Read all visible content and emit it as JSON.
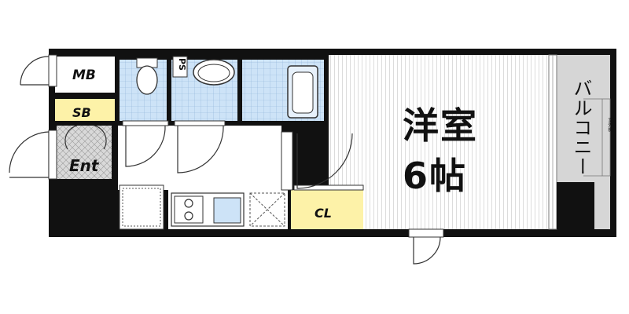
{
  "labels": {
    "meter_box": "MB",
    "shoe_box": "SB",
    "entrance": "Ent",
    "pipe_space": "PS",
    "closet": "CL",
    "room_type": "洋室",
    "room_size": "6帖",
    "balcony": "バルコニー",
    "ac_unit": "室外機"
  },
  "colors": {
    "wall": "#111111",
    "floor_blue": "#cde3f7",
    "closet_yellow": "#fdf2a8",
    "shoe_box_yellow": "#fdf2a8",
    "balcony_gray": "#d6d6d6",
    "entrance_gray": "#d9d9d9",
    "room_lines": "#9a9a9a"
  }
}
